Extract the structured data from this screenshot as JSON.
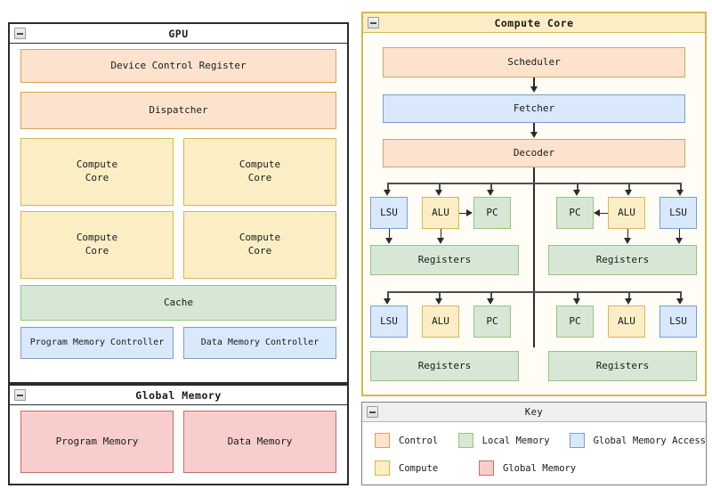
{
  "diagram": {
    "type": "block-diagram",
    "title": "GPU architecture block diagram"
  },
  "gpu_panel": {
    "title": "GPU",
    "collapse_icon": "minus-square-icon",
    "blocks": {
      "device_control_register": "Device Control Register",
      "dispatcher": "Dispatcher",
      "compute_core_1": "Compute\nCore",
      "compute_core_2": "Compute\nCore",
      "compute_core_3": "Compute\nCore",
      "compute_core_4": "Compute\nCore",
      "cache": "Cache",
      "program_memory_controller": "Program Memory Controller",
      "data_memory_controller": "Data Memory Controller"
    }
  },
  "global_memory_panel": {
    "title": "Global Memory",
    "collapse_icon": "minus-square-icon",
    "blocks": {
      "program_memory": "Program Memory",
      "data_memory": "Data Memory"
    }
  },
  "compute_core_panel": {
    "title": "Compute Core",
    "collapse_icon": "minus-square-icon",
    "blocks": {
      "scheduler": "Scheduler",
      "fetcher": "Fetcher",
      "decoder": "Decoder"
    },
    "thread_rows": [
      {
        "left": {
          "lsu": "LSU",
          "alu": "ALU",
          "pc": "PC",
          "registers": "Registers"
        },
        "right": {
          "pc": "PC",
          "alu": "ALU",
          "lsu": "LSU",
          "registers": "Registers"
        }
      },
      {
        "left": {
          "lsu": "LSU",
          "alu": "ALU",
          "pc": "PC",
          "registers": "Registers"
        },
        "right": {
          "pc": "PC",
          "alu": "ALU",
          "lsu": "LSU",
          "registers": "Registers"
        }
      }
    ]
  },
  "key_panel": {
    "title": "Key",
    "collapse_icon": "minus-square-icon",
    "rows": [
      [
        {
          "label": "Control",
          "color": "#fde3cd",
          "border": "#d6a35c"
        },
        {
          "label": "Local Memory",
          "color": "#d6e8d5",
          "border": "#9ac37e"
        },
        {
          "label": "Global Memory Access",
          "color": "#dae8fc",
          "border": "#7b9ecb"
        }
      ],
      [
        {
          "label": "Compute",
          "color": "#fbeec5",
          "border": "#d6b656"
        },
        {
          "label": "Global Memory",
          "color": "#f8cecc",
          "border": "#c0706c"
        }
      ]
    ]
  },
  "palette": {
    "control": "#fde3cd",
    "compute": "#fbeec5",
    "local_memory": "#d6e8d5",
    "global_memory": "#f8cecc",
    "global_memory_access": "#dae8fc",
    "frame": "#2b2b2b",
    "connector": "#4d4d4d"
  }
}
